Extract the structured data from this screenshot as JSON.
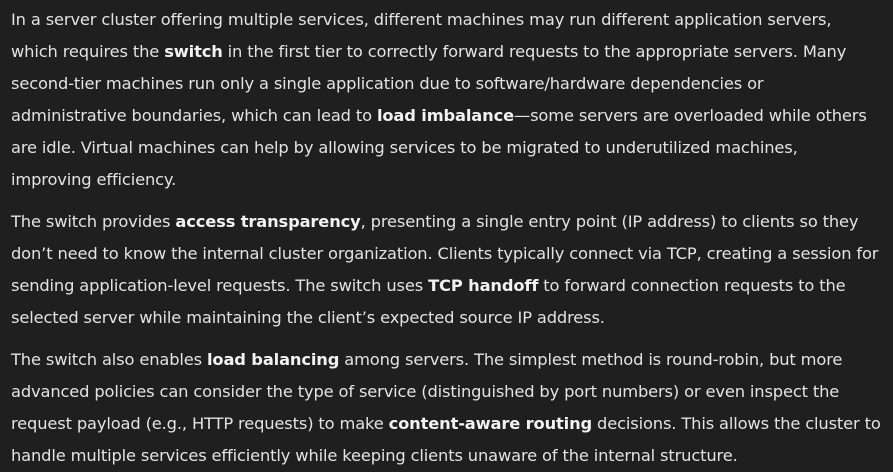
{
  "paragraphs": [
    {
      "segments": [
        {
          "text": "In a server cluster offering multiple services, different machines may run different application servers, which requires the ",
          "bold": false
        },
        {
          "text": "switch",
          "bold": true
        },
        {
          "text": " in the first tier to correctly forward requests to the appropriate servers. Many second-tier machines run only a single application due to software/hardware dependencies or administrative boundaries, which can lead to ",
          "bold": false
        },
        {
          "text": "load imbalance",
          "bold": true
        },
        {
          "text": "—some servers are overloaded while others are idle. Virtual machines can help by allowing services to be migrated to underutilized machines, improving efficiency.",
          "bold": false
        }
      ]
    },
    {
      "segments": [
        {
          "text": "The switch provides ",
          "bold": false
        },
        {
          "text": "access transparency",
          "bold": true
        },
        {
          "text": ", presenting a single entry point (IP address) to clients so they don’t need to know the internal cluster organization. Clients typically connect via TCP, creating a session for sending application-level requests. The switch uses ",
          "bold": false
        },
        {
          "text": "TCP handoff",
          "bold": true
        },
        {
          "text": " to forward connection requests to the selected server while maintaining the client’s expected source IP address.",
          "bold": false
        }
      ]
    },
    {
      "segments": [
        {
          "text": "The switch also enables ",
          "bold": false
        },
        {
          "text": "load balancing",
          "bold": true
        },
        {
          "text": " among servers. The simplest method is round-robin, but more advanced policies can consider the type of service (distinguished by port numbers) or even inspect the request payload (e.g., HTTP requests) to make ",
          "bold": false
        },
        {
          "text": "content-aware routing",
          "bold": true
        },
        {
          "text": " decisions. This allows the cluster to handle multiple services efficiently while keeping clients unaware of the internal structure.",
          "bold": false
        }
      ]
    }
  ]
}
